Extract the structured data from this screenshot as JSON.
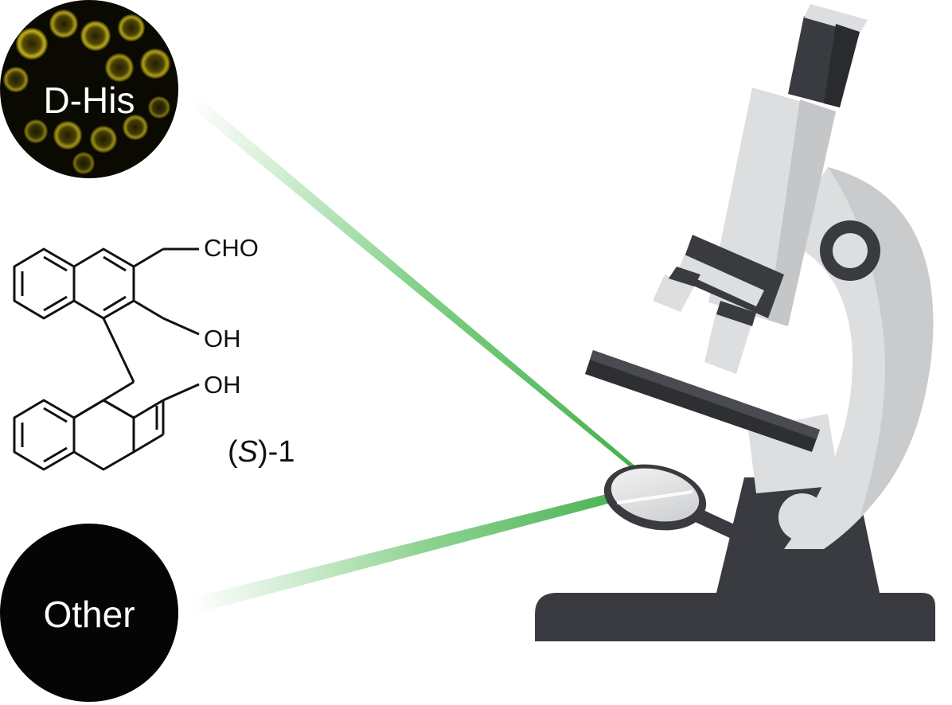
{
  "circles": {
    "top_label": "D-His",
    "bottom_label": "Other"
  },
  "molecule": {
    "substituent_cho": "CHO",
    "substituent_oh_1": "OH",
    "substituent_oh_2": "OH",
    "compound_open": "(",
    "compound_chirality": "S",
    "compound_close": ")-1"
  },
  "icons": {
    "microscope": "microscope-icon"
  },
  "colors": {
    "beam": "#4caf50",
    "fluorescence": "#d4c020",
    "microscope_body": "#dcdedf",
    "microscope_dark": "#3a3b40"
  }
}
